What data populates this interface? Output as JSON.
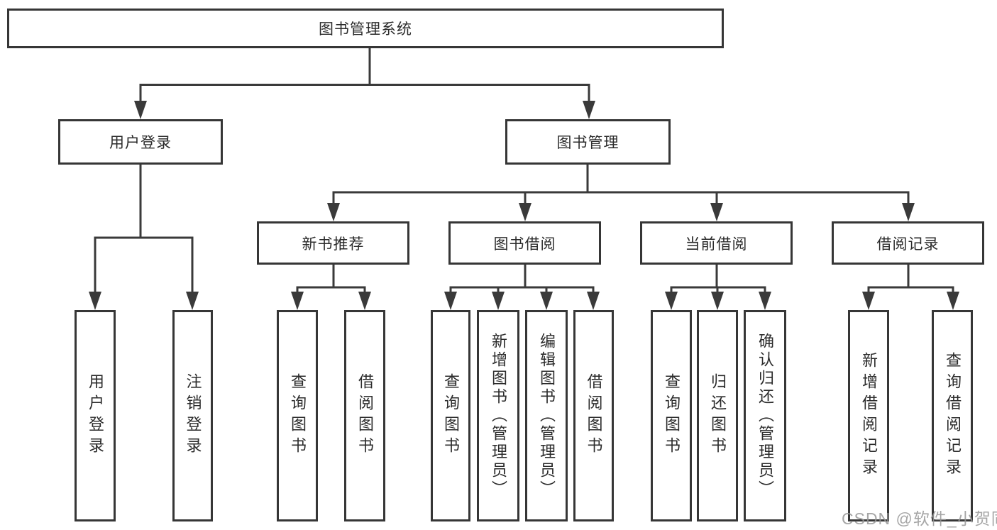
{
  "diagram": {
    "title": "图书管理系统",
    "watermark": "CSDN @软件_小贺同学",
    "colors": {
      "line": "#3a3a3a",
      "box_border": "#363636",
      "text": "#2b2b2b",
      "watermark": "#969696",
      "background": "#ffffff"
    },
    "tree": {
      "label": "图书管理系统",
      "children": [
        {
          "label": "用户登录",
          "children": [
            {
              "label": "用户登录"
            },
            {
              "label": "注销登录"
            }
          ]
        },
        {
          "label": "图书管理",
          "children": [
            {
              "label": "新书推荐",
              "children": [
                {
                  "label": "查询图书"
                },
                {
                  "label": "借阅图书"
                }
              ]
            },
            {
              "label": "图书借阅",
              "children": [
                {
                  "label": "查询图书"
                },
                {
                  "label": "新增图书（管理员）"
                },
                {
                  "label": "编辑图书（管理员）"
                },
                {
                  "label": "借阅图书"
                }
              ]
            },
            {
              "label": "当前借阅",
              "children": [
                {
                  "label": "查询图书"
                },
                {
                  "label": "归还图书"
                },
                {
                  "label": "确认归还（管理员）"
                }
              ]
            },
            {
              "label": "借阅记录",
              "children": [
                {
                  "label": "新增借阅记录"
                },
                {
                  "label": "查询借阅记录"
                }
              ]
            }
          ]
        }
      ]
    }
  }
}
